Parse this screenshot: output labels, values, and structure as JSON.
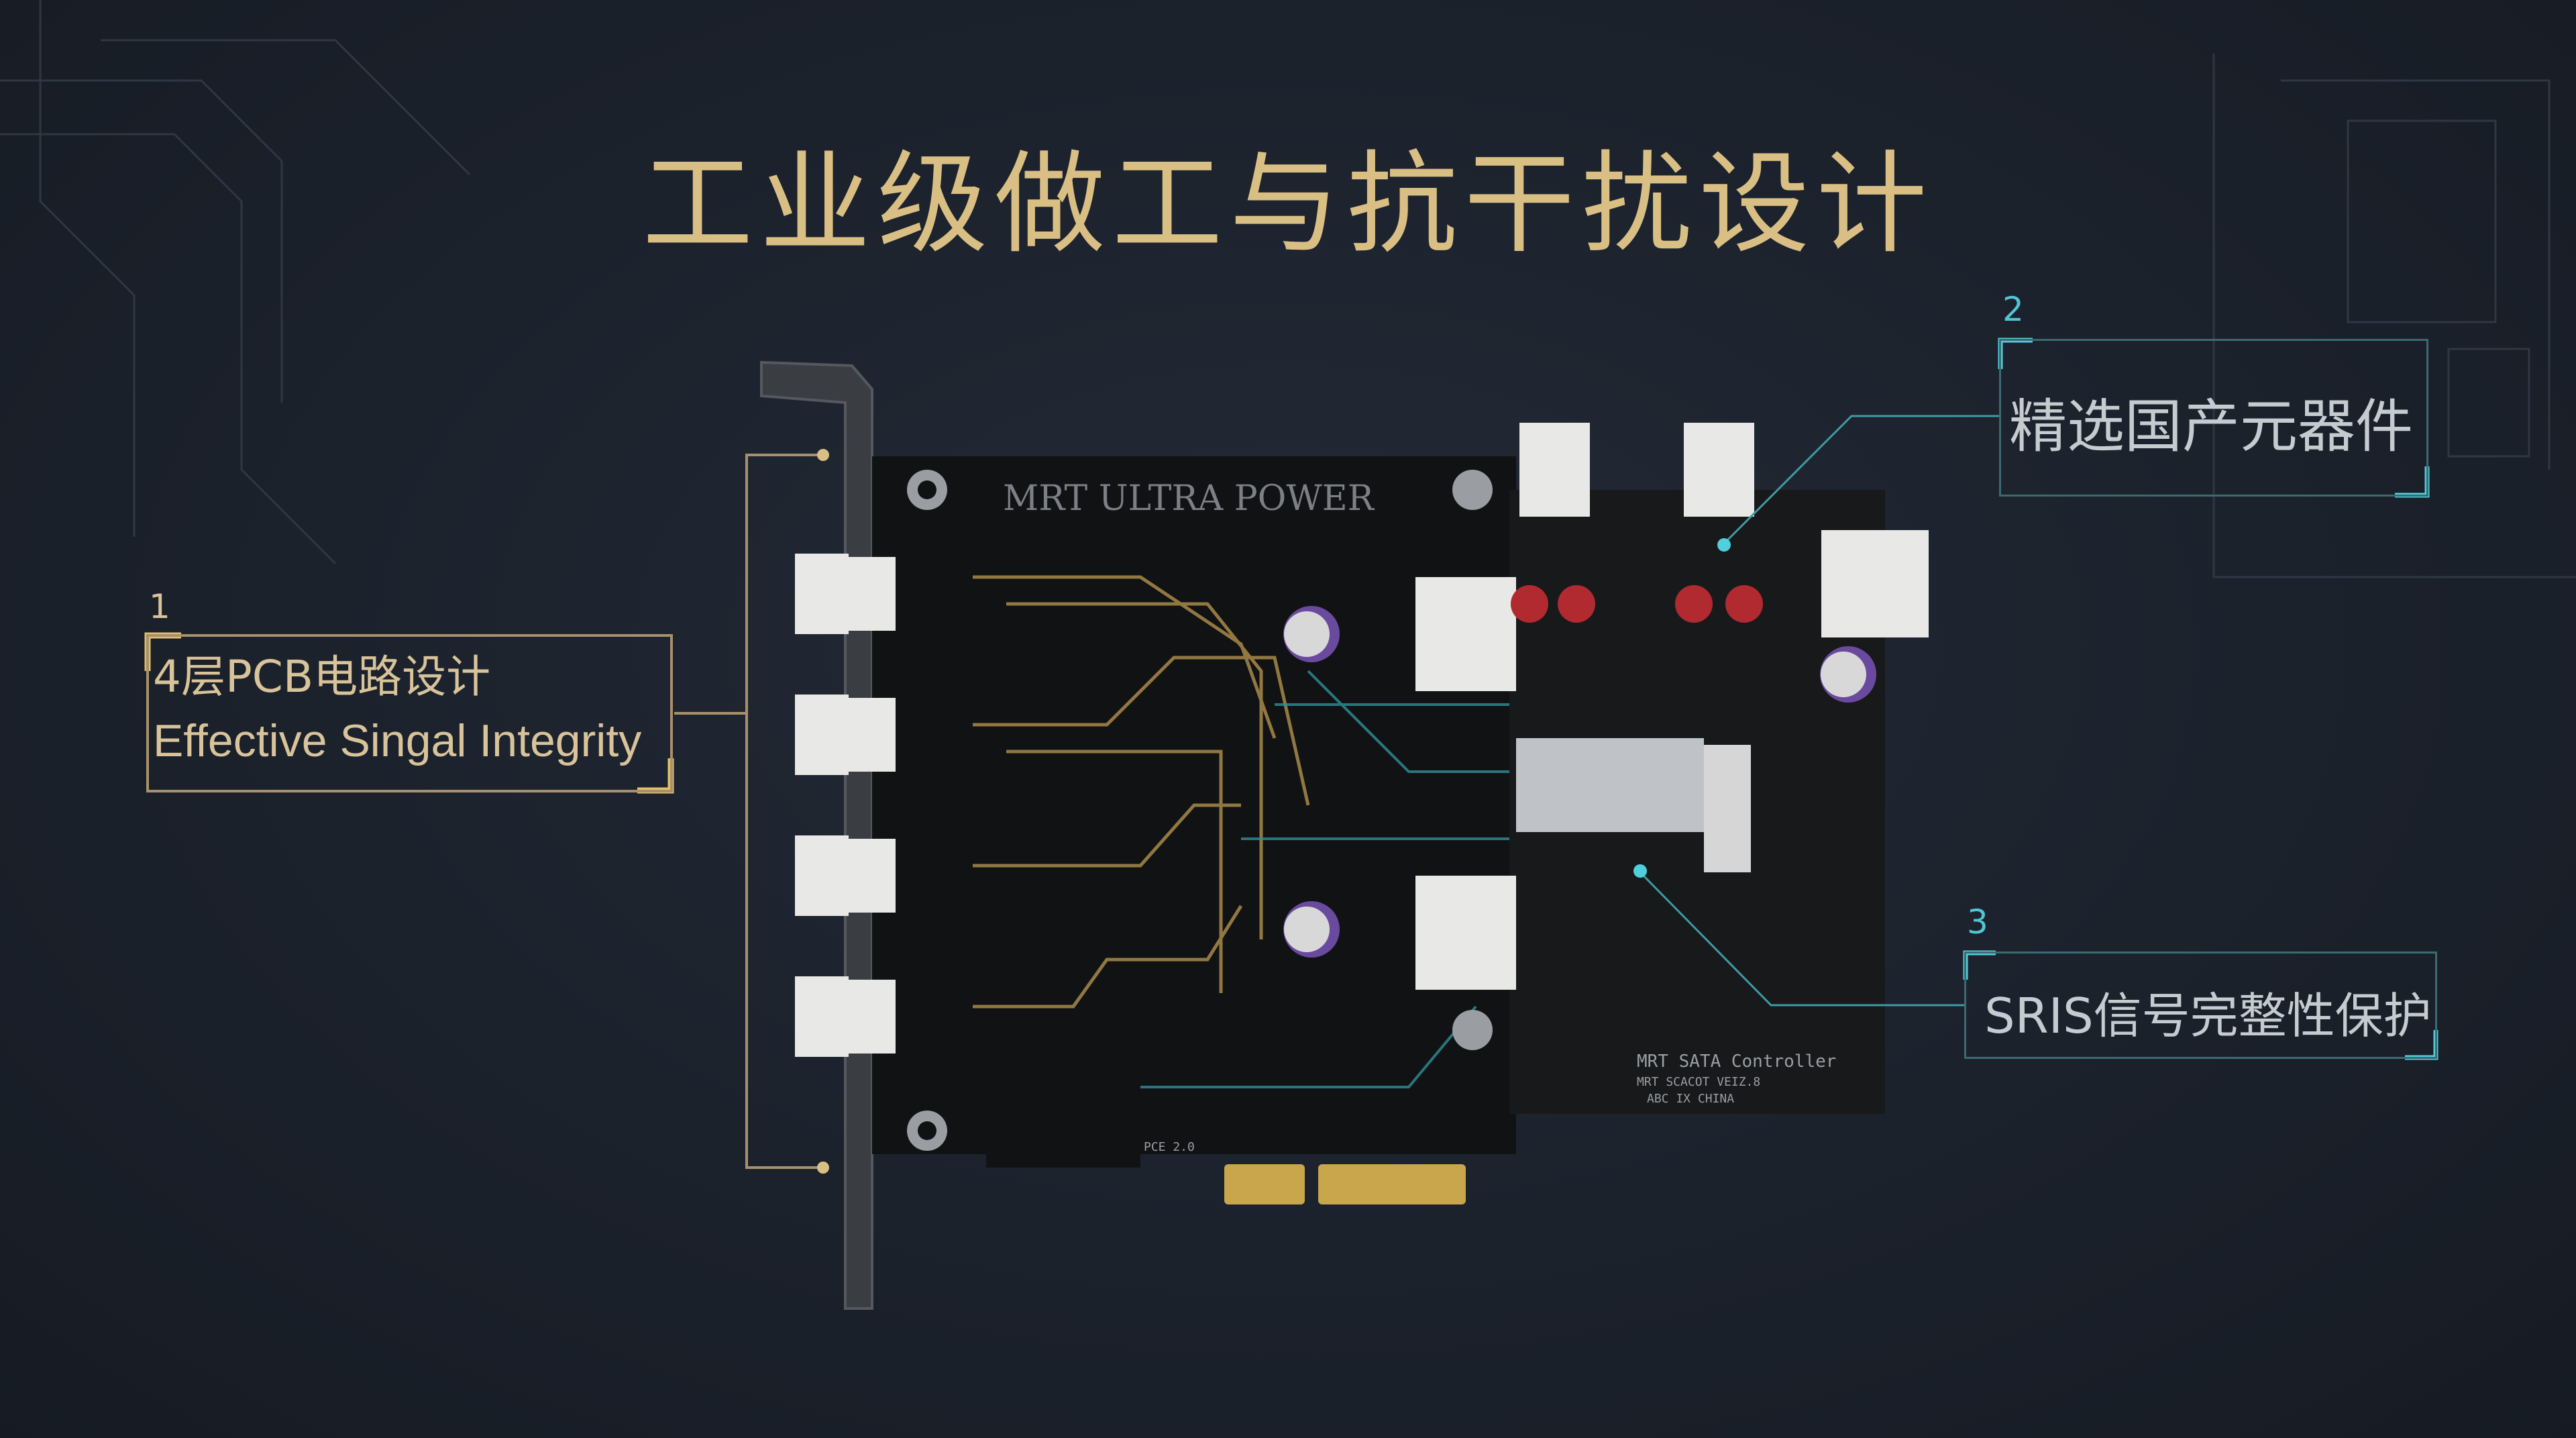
{
  "title": "工业级做工与抗干扰设计",
  "callouts": [
    {
      "number": "1",
      "line1": "4层PCB电路设计",
      "line2": "Effective Singal Integrity"
    },
    {
      "number": "2",
      "text": "精选国产元器件"
    },
    {
      "number": "3",
      "text": "SRIS信号完整性保护"
    }
  ],
  "board": {
    "brand": "MRT ULTRA POWER",
    "controller_label": "MRT SATA Controller",
    "sub_label_1": "MRT SCACOT VEIZ.8",
    "sub_label_2": "ABC IX CHINA",
    "pcie_label": "PCE 2.0"
  },
  "colors": {
    "gold": "#d9bf84",
    "cyan": "#4fd0dc",
    "background": "#1c222d"
  }
}
